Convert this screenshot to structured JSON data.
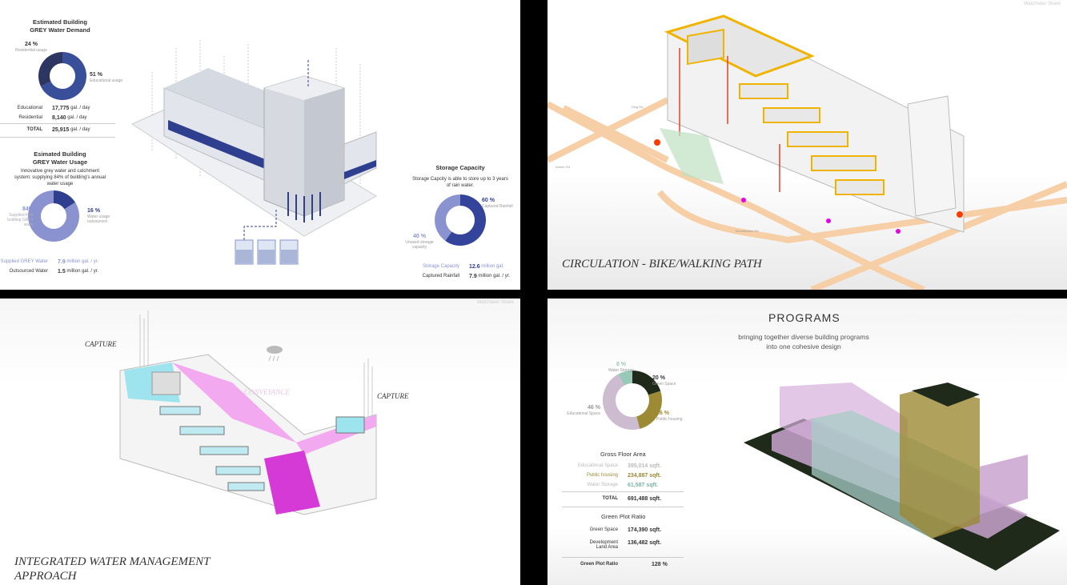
{
  "slide1": {
    "demand": {
      "title1": "Estimated Building",
      "title2": "GREY Water Demand",
      "residential_pct": "24 %",
      "residential_label": "Residential usage",
      "educational_pct": "51 %",
      "educational_label": "Educational usage",
      "rows": [
        {
          "k": "Educational",
          "v": "17,775",
          "u": "gal. / day"
        },
        {
          "k": "Residential",
          "v": "8,140",
          "u": "gal. / day"
        }
      ],
      "total": {
        "k": "TOTAL",
        "v": "25,915",
        "u": "gal. / day"
      }
    },
    "usage": {
      "title1": "Esimated Building",
      "title2": "GREY Water Usage",
      "desc": "Innovative grey water and catchment system: supplying 84% of building's annual water usage",
      "supplied_pct": "84%",
      "supplied_label": "Supplied from building GREY water",
      "out_pct": "16 %",
      "out_label": "Water usage outsourced",
      "rows": [
        {
          "k": "Supplied GREY Water",
          "v": "7.9",
          "u": "million gal. / yr."
        },
        {
          "k": "Outsourced Water",
          "v": "1.5",
          "u": "million gal. / yr."
        }
      ]
    },
    "storage": {
      "title": "Storage Capacity",
      "desc": "Storage Capcity is able to store up to 3 years of rain water.",
      "captured_pct": "60 %",
      "captured_label": "Captured Rainfall",
      "unused_pct": "40 %",
      "unused_label": "Unused storage capacity",
      "rows": [
        {
          "k": "Storage Capacity",
          "v": "12.6",
          "u": "million gal."
        },
        {
          "k": "Captured Rainfall",
          "v": "7.9",
          "u": "million gal. / yr."
        }
      ]
    }
  },
  "slide2": {
    "caption": "CIRCULATION - BIKE/WALKING PATH",
    "header": "Watchlater   Share",
    "streets": [
      "Hoig Rd",
      "Amber Rd",
      "Mountbatten Rd"
    ]
  },
  "slide3": {
    "caption1": "INTEGRATED WATER MANAGEMENT",
    "caption2": "APPROACH",
    "labels": [
      "CAPTURE",
      "CONVEYANCE",
      "CAPTURE"
    ],
    "header": "Watchlater   Share"
  },
  "slide4": {
    "title": "PROGRAMS",
    "subtitle1": "bringing together diverse building programs",
    "subtitle2": "into one cohesive design",
    "donut": [
      {
        "pct": "8 %",
        "label": "Water Storage",
        "value": 8,
        "color": "#98c9b8"
      },
      {
        "pct": "20 %",
        "label": "Green Space",
        "value": 20,
        "color": "#1f2a1a"
      },
      {
        "pct": "26 %",
        "label": "Public housing",
        "value": 26,
        "color": "#9c8a35"
      },
      {
        "pct": "46 %",
        "label": "Educational Space",
        "value": 46,
        "color": "#cdbbd0"
      }
    ],
    "gfa_title": "Gross Floor Area",
    "gfa": [
      {
        "k": "Educational Space",
        "v": "395,014 sqft."
      },
      {
        "k": "Public housing",
        "v": "234,887 sqft."
      },
      {
        "k": "Water Storage",
        "v": "61,587 sqft."
      }
    ],
    "gfa_total": {
      "k": "TOTAL",
      "v": "691,488 sqft."
    },
    "gpr_title": "Green Plot Ratio",
    "gpr": [
      {
        "k": "Green Space",
        "v": "174,390 sqft."
      },
      {
        "k": "Development Land Area",
        "v": "136,482 sqft."
      }
    ],
    "gpr_total": {
      "k": "Green Plot Ratio",
      "v": "128 %"
    }
  },
  "colors": {
    "navy": "#2d3561",
    "blue": "#3a4f9a",
    "light": "#8a93cf"
  }
}
